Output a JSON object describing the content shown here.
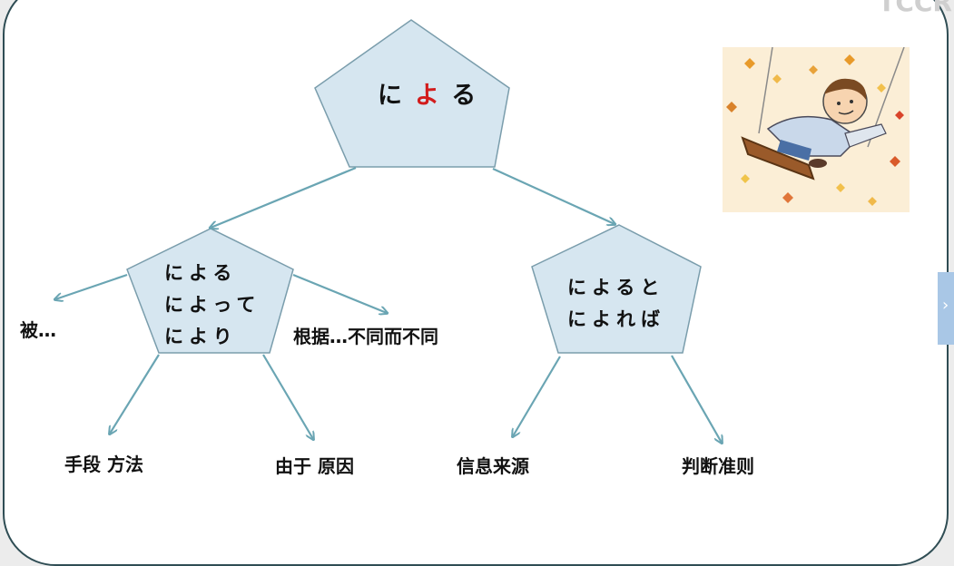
{
  "watermark": "TCCR",
  "root": {
    "pre": "に",
    "highlight": "よ",
    "post": "る"
  },
  "left_node": {
    "lines": [
      "による",
      "によって",
      "により"
    ]
  },
  "right_node": {
    "lines": [
      "によると",
      "によれば"
    ]
  },
  "branches": {
    "passive": "被…",
    "basis": "根据…不同而不同",
    "means": "手段 方法",
    "cause": "由于 原因",
    "info": "信息来源",
    "criteria": "判断准则"
  },
  "side_tab_glyph": "›",
  "colors": {
    "node_fill": "#d6e6f0",
    "node_stroke": "#7a9dac",
    "arrow": "#6aa5b3",
    "highlight": "#d21c1c",
    "frame": "#2f4d54"
  },
  "icons": {
    "illustration": "boy-on-swing-autumn-leaves-illustration"
  }
}
